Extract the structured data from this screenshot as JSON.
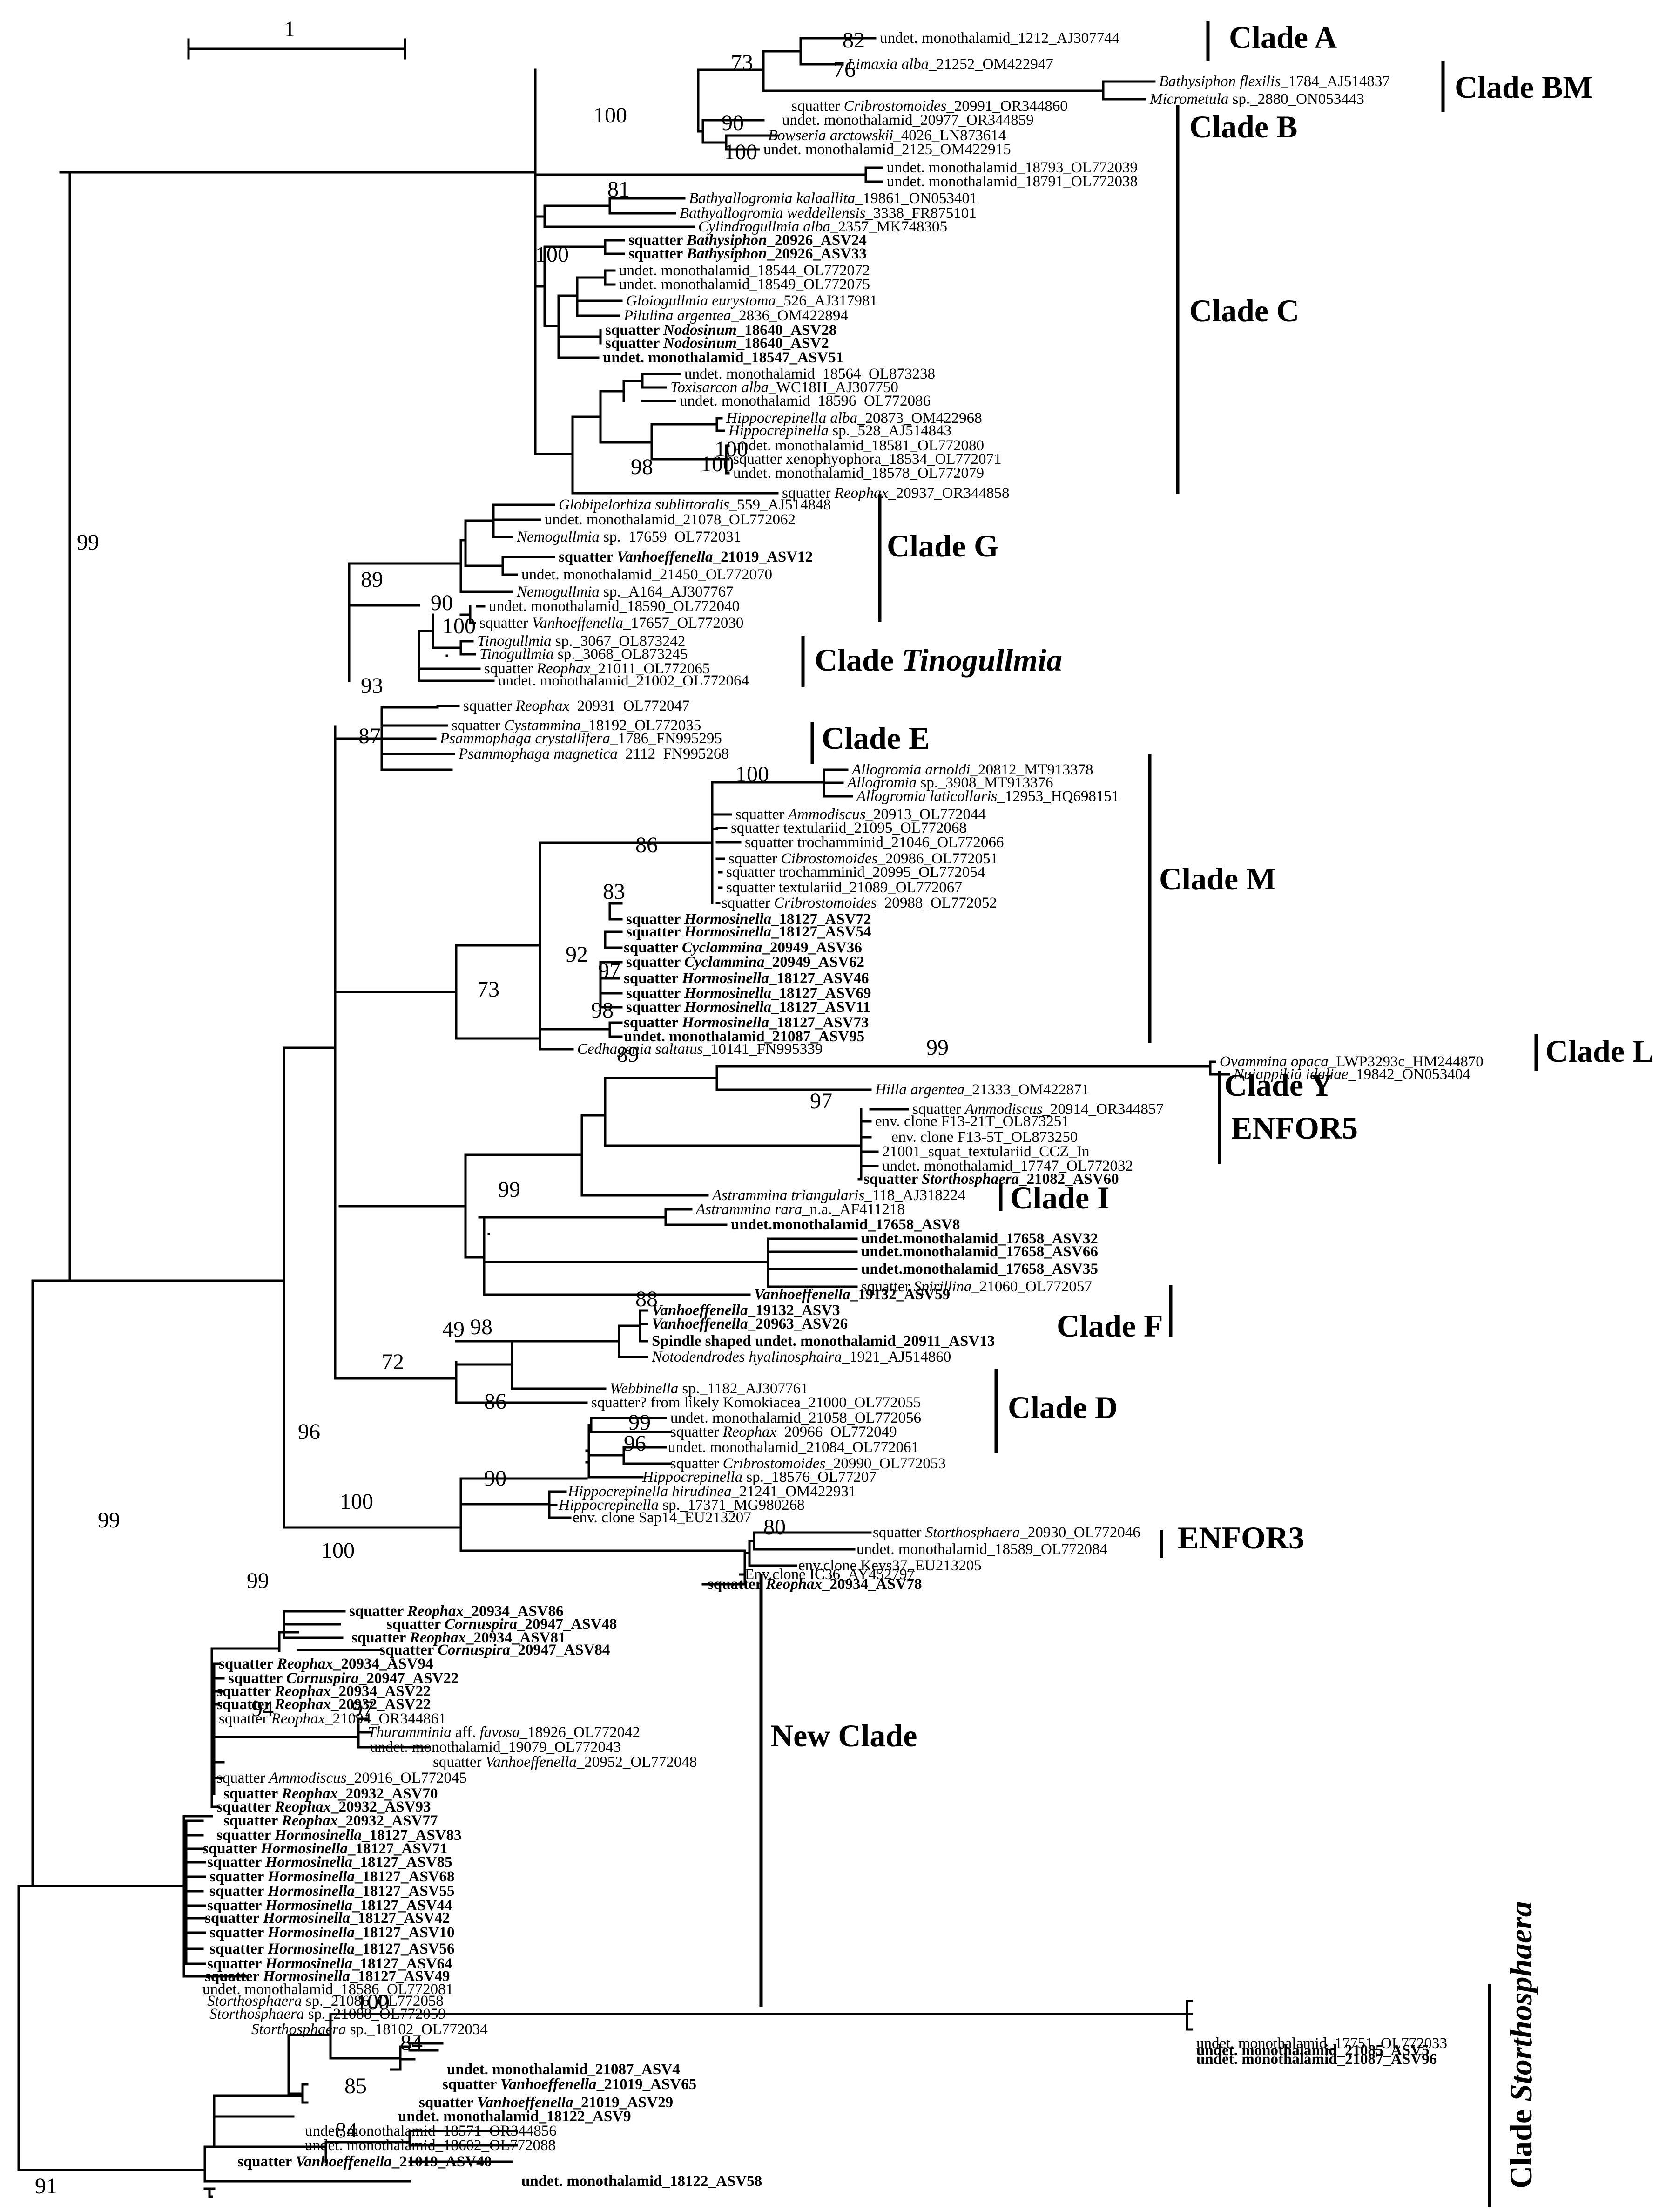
{
  "scale_bar": {
    "label": "1"
  },
  "clades": [
    {
      "id": "clade-a",
      "label": "Clade A"
    },
    {
      "id": "clade-bm",
      "label": "Clade BM"
    },
    {
      "id": "clade-b",
      "label": "Clade B"
    },
    {
      "id": "clade-c",
      "label": "Clade C"
    },
    {
      "id": "clade-g",
      "label": "Clade G"
    },
    {
      "id": "clade-tinogullmia",
      "label": "Clade ",
      "label_italic": "Tinogullmia"
    },
    {
      "id": "clade-e",
      "label": "Clade E"
    },
    {
      "id": "clade-m",
      "label": "Clade M"
    },
    {
      "id": "clade-l",
      "label": "Clade L"
    },
    {
      "id": "clade-y",
      "label": "Clade Y"
    },
    {
      "id": "enfor5",
      "label": "ENFOR5"
    },
    {
      "id": "clade-i",
      "label": "Clade I"
    },
    {
      "id": "clade-f",
      "label": "Clade F"
    },
    {
      "id": "clade-d",
      "label": "Clade D"
    },
    {
      "id": "enfor3",
      "label": "ENFOR3"
    },
    {
      "id": "new-clade",
      "label": "New Clade"
    },
    {
      "id": "clade-storthosphaera",
      "label": "Clade ",
      "label_italic": "Storthosphaera"
    }
  ],
  "bootstrap_values": [
    "82",
    "76",
    "73",
    "90",
    "100",
    "100",
    "81",
    "100",
    "100",
    "98",
    "100",
    "99",
    "89",
    "90",
    "100",
    "93",
    "87",
    "100",
    "86",
    "83",
    "92",
    "97",
    "98",
    "73",
    "99",
    "97",
    "89",
    "99",
    "88",
    "98",
    "49",
    "72",
    "86",
    "99",
    "96",
    "96",
    "90",
    "80",
    "99",
    "100",
    "100",
    "99",
    "94",
    "97",
    "100",
    "84",
    "85",
    "84",
    "91"
  ],
  "taxa": [
    {
      "pre": "undet. monothalamid_1212_AJ307744",
      "bold": false
    },
    {
      "pre": "",
      "it": "Limaxia alba",
      "post": "_21252_OM422947",
      "bold": false
    },
    {
      "pre": "",
      "it": "Bathysiphon flexilis",
      "post": "_1784_AJ514837",
      "bold": false
    },
    {
      "pre": "",
      "it": "Micrometula",
      "post": " sp._2880_ON053443",
      "bold": false
    },
    {
      "pre": "squatter ",
      "it": "Cribrostomoides",
      "post": "_20991_OR344860",
      "bold": false
    },
    {
      "pre": "undet. monothalamid_20977_OR344859",
      "bold": false
    },
    {
      "pre": "",
      "it": "Bowseria arctowskii",
      "post": "_4026_LN873614",
      "bold": false
    },
    {
      "pre": "undet. monothalamid_2125_OM422915",
      "bold": false
    },
    {
      "pre": "undet. monothalamid_18793_OL772039",
      "bold": false
    },
    {
      "pre": "undet. monothalamid_18791_OL772038",
      "bold": false
    },
    {
      "pre": "",
      "it": "Bathyallogromia kalaallita",
      "post": "_19861_ON053401",
      "bold": false
    },
    {
      "pre": "",
      "it": "Bathyallogromia weddellensis",
      "post": "_3338_FR875101",
      "bold": false
    },
    {
      "pre": "",
      "it": "Cylindrogullmia alba",
      "post": "_2357_MK748305",
      "bold": false
    },
    {
      "pre": "squatter ",
      "it": "Bathysiphon",
      "post": "_20926_ASV24",
      "bold": true
    },
    {
      "pre": "squatter ",
      "it": "Bathysiphon",
      "post": "_20926_ASV33",
      "bold": true
    },
    {
      "pre": "undet. monothalamid_18544_OL772072",
      "bold": false
    },
    {
      "pre": "undet. monothalamid_18549_OL772075",
      "bold": false
    },
    {
      "pre": "",
      "it": "Gloiogullmia eurystoma",
      "post": "_526_AJ317981",
      "bold": false
    },
    {
      "pre": "",
      "it": "Pilulina argentea",
      "post": "_2836_OM422894",
      "bold": false
    },
    {
      "pre": "squatter ",
      "it": "Nodosinum",
      "post": "_18640_ASV28",
      "bold": true
    },
    {
      "pre": "squatter ",
      "it": "Nodosinum",
      "post": "_18640_ASV2",
      "bold": true
    },
    {
      "pre": "undet. monothalamid_18547_ASV51",
      "bold": true
    },
    {
      "pre": "undet. monothalamid_18564_OL873238",
      "bold": false
    },
    {
      "pre": "",
      "it": "Toxisarcon alba",
      "post": "_WC18H_AJ307750",
      "bold": false
    },
    {
      "pre": "undet. monothalamid_18596_OL772086",
      "bold": false
    },
    {
      "pre": "",
      "it": "Hippocrepinella alba",
      "post": "_20873_OM422968",
      "bold": false
    },
    {
      "pre": "",
      "it": "Hippocrepinella",
      "post": " sp._528_AJ514843",
      "bold": false
    },
    {
      "pre": "undet. monothalamid_18581_OL772080",
      "bold": false
    },
    {
      "pre": "squatter xenophyophora_18534_OL772071",
      "bold": false
    },
    {
      "pre": "undet. monothalamid_18578_OL772079",
      "bold": false
    },
    {
      "pre": "squatter ",
      "it": "Reophax",
      "post": "_20937_OR344858",
      "bold": false
    },
    {
      "pre": "",
      "it": "Globipelorhiza sublittoralis",
      "post": "_559_AJ514848",
      "bold": false
    },
    {
      "pre": "undet. monothalamid_21078_OL772062",
      "bold": false
    },
    {
      "pre": "",
      "it": "Nemogullmia",
      "post": " sp._17659_OL772031",
      "bold": false
    },
    {
      "pre": "squatter ",
      "it": "Vanhoeffenella",
      "post": "_21019_ASV12",
      "bold": true
    },
    {
      "pre": "undet. monothalamid_21450_OL772070",
      "bold": false
    },
    {
      "pre": "",
      "it": "Nemogullmia",
      "post": " sp._A164_AJ307767",
      "bold": false
    },
    {
      "pre": "undet. monothalamid_18590_OL772040",
      "bold": false
    },
    {
      "pre": "squatter ",
      "it": "Vanhoeffenella",
      "post": "_17657_OL772030",
      "bold": false
    },
    {
      "pre": "",
      "it": "Tinogullmia",
      "post": " sp._3067_OL873242",
      "bold": false
    },
    {
      "pre": "",
      "it": "Tinogullmia",
      "post": " sp._3068_OL873245",
      "bold": false
    },
    {
      "pre": "squatter ",
      "it": "Reophax",
      "post": "_21011_OL772065",
      "bold": false
    },
    {
      "pre": "undet. monothalamid_21002_OL772064",
      "bold": false
    },
    {
      "pre": "squatter ",
      "it": "Reophax",
      "post": "_20931_OL772047",
      "bold": false
    },
    {
      "pre": "squatter ",
      "it": "Cystammina",
      "post": "_18192_OL772035",
      "bold": false
    },
    {
      "pre": "",
      "it": "Psammophaga crystallifera",
      "post": "_1786_FN995295",
      "bold": false
    },
    {
      "pre": "",
      "it": "Psammophaga magnetica",
      "post": "_2112_FN995268",
      "bold": false
    },
    {
      "pre": "",
      "it": "Allogromia arnoldi",
      "post": "_20812_MT913378",
      "bold": false
    },
    {
      "pre": "",
      "it": "Allogromia",
      "post": " sp._3908_MT913376",
      "bold": false
    },
    {
      "pre": "",
      "it": "Allogromia laticollaris",
      "post": "_12953_HQ698151",
      "bold": false
    },
    {
      "pre": "squatter ",
      "it": "Ammodiscus",
      "post": "_20913_OL772044",
      "bold": false
    },
    {
      "pre": "squatter textulariid_21095_OL772068",
      "bold": false
    },
    {
      "pre": "squatter trochamminid_21046_OL772066",
      "bold": false
    },
    {
      "pre": "squatter ",
      "it": "Cibrostomoides",
      "post": "_20986_OL772051",
      "bold": false
    },
    {
      "pre": "squatter trochamminid_20995_OL772054",
      "bold": false
    },
    {
      "pre": "squatter textulariid_21089_OL772067",
      "bold": false
    },
    {
      "pre": "squatter ",
      "it": "Cribrostomoides",
      "post": "_20988_OL772052",
      "bold": false
    },
    {
      "pre": "squatter ",
      "it": "Hormosinella",
      "post": "_18127_ASV72",
      "bold": true
    },
    {
      "pre": "squatter ",
      "it": "Hormosinella",
      "post": "_18127_ASV54",
      "bold": true
    },
    {
      "pre": "squatter ",
      "it": "Cyclammina",
      "post": "_20949_ASV36",
      "bold": true
    },
    {
      "pre": "squatter ",
      "it": "Cyclammina",
      "post": "_20949_ASV62",
      "bold": true
    },
    {
      "pre": "squatter ",
      "it": "Hormosinella",
      "post": "_18127_ASV46",
      "bold": true
    },
    {
      "pre": "squatter ",
      "it": "Hormosinella",
      "post": "_18127_ASV69",
      "bold": true
    },
    {
      "pre": "squatter ",
      "it": "Hormosinella",
      "post": "_18127_ASV11",
      "bold": true
    },
    {
      "pre": "squatter ",
      "it": "Hormosinella",
      "post": "_18127_ASV73",
      "bold": true
    },
    {
      "pre": "undet. monothalamid_21087_ASV95",
      "bold": true
    },
    {
      "pre": "",
      "it": "Cedhagenia saltatus",
      "post": "_10141_FN995339",
      "bold": false
    },
    {
      "pre": "",
      "it": "Ovammina opaca",
      "post": "_LWP3293c_HM244870",
      "bold": false
    },
    {
      "pre": "",
      "it": "Nujappikia idaliae",
      "post": "_19842_ON053404",
      "bold": false
    },
    {
      "pre": "",
      "it": "Hilla argentea",
      "post": "_21333_OM422871",
      "bold": false
    },
    {
      "pre": "squatter ",
      "it": "Ammodiscus",
      "post": "_20914_OR344857",
      "bold": false
    },
    {
      "pre": "env. clone F13-21T_OL873251",
      "bold": false
    },
    {
      "pre": "env. clone F13-5T_OL873250",
      "bold": false
    },
    {
      "pre": "21001_squat_textulariid_CCZ_In",
      "bold": false
    },
    {
      "pre": "undet. monothalamid_17747_OL772032",
      "bold": false
    },
    {
      "pre": "squatter ",
      "it": "Storthosphaera",
      "post": "_21082_ASV60",
      "bold": true
    },
    {
      "pre": "",
      "it": "Astrammina triangularis",
      "post": "_118_AJ318224",
      "bold": false
    },
    {
      "pre": "",
      "it": "Astrammina rara",
      "post": "_n.a._AF411218",
      "bold": false
    },
    {
      "pre": "undet.monothalamid_17658_ASV8",
      "bold": true
    },
    {
      "pre": "undet.monothalamid_17658_ASV32",
      "bold": true
    },
    {
      "pre": "undet.monothalamid_17658_ASV66",
      "bold": true
    },
    {
      "pre": "undet.monothalamid_17658_ASV35",
      "bold": true
    },
    {
      "pre": "squatter ",
      "it": "Spirillina",
      "post": "_21060_OL772057",
      "bold": false
    },
    {
      "pre": "",
      "it": "Vanhoeffenella",
      "post": "_19132_ASV59",
      "bold": true
    },
    {
      "pre": "",
      "it": "Vanhoeffenella",
      "post": "_19132_ASV3",
      "bold": true
    },
    {
      "pre": "",
      "it": "Vanhoeffenella",
      "post": "_20963_ASV26",
      "bold": true
    },
    {
      "pre": "Spindle shaped undet. monothalamid_20911_ASV13",
      "bold": true
    },
    {
      "pre": "",
      "it": "Notodendrodes hyalinosphaira",
      "post": "_1921_AJ514860",
      "bold": false
    },
    {
      "pre": "",
      "it": "Webbinella",
      "post": " sp._1182_AJ307761",
      "bold": false
    },
    {
      "pre": "squatter? from likely Komokiacea_21000_OL772055",
      "bold": false
    },
    {
      "pre": "undet. monothalamid_21058_OL772056",
      "bold": false
    },
    {
      "pre": "squatter ",
      "it": "Reophax",
      "post": "_20966_OL772049",
      "bold": false
    },
    {
      "pre": "undet. monothalamid_21084_OL772061",
      "bold": false
    },
    {
      "pre": "squatter ",
      "it": "Cribrostomoides",
      "post": "_20990_OL772053",
      "bold": false
    },
    {
      "pre": "",
      "it": "Hippocrepinella",
      "post": " sp._18576_OL77207",
      "bold": false
    },
    {
      "pre": "",
      "it": "Hippocrepinella hirudinea",
      "post": "_21241_OM422931",
      "bold": false
    },
    {
      "pre": "",
      "it": "Hippocrepinella",
      "post": " sp._17371_MG980268",
      "bold": false
    },
    {
      "pre": "env. clone Sap14_EU213207",
      "bold": false
    },
    {
      "pre": "squatter ",
      "it": "Storthosphaera",
      "post": "_20930_OL772046",
      "bold": false
    },
    {
      "pre": "undet. monothalamid_18589_OL772084",
      "bold": false
    },
    {
      "pre": "env.clone Keys37_EU213205",
      "bold": false
    },
    {
      "pre": "Env.clone IC36_AY452797",
      "bold": false
    },
    {
      "pre": "squatter ",
      "it": "Reophax",
      "post": "_20934_ASV78",
      "bold": true
    },
    {
      "pre": "squatter ",
      "it": "Reophax",
      "post": "_20934_ASV86",
      "bold": true
    },
    {
      "pre": "squatter ",
      "it": "Cornuspira",
      "post": "_20947_ASV48",
      "bold": true
    },
    {
      "pre": "squatter ",
      "it": "Reophax",
      "post": "_20934_ASV81",
      "bold": true
    },
    {
      "pre": "squatter ",
      "it": "Cornuspira",
      "post": "_20947_ASV84",
      "bold": true
    },
    {
      "pre": "squatter ",
      "it": "Reophax",
      "post": "_20934_ASV94",
      "bold": true
    },
    {
      "pre": "squatter ",
      "it": "Cornuspira",
      "post": "_20947_ASV22",
      "bold": true
    },
    {
      "pre": "squatter ",
      "it": "Reophax",
      "post": "_20934_ASV22",
      "bold": true
    },
    {
      "pre": "squatter ",
      "it": "Reophax",
      "post": "_20932_ASV22",
      "bold": true
    },
    {
      "pre": "squatter ",
      "it": "Reophax",
      "post": "_21094_OR344861",
      "bold": false
    },
    {
      "pre": "",
      "it": "Thuramminia",
      "post": " aff. ",
      "it2": "favosa",
      "post2": "_18926_OL772042",
      "bold": false
    },
    {
      "pre": "undet. monothalamid_19079_OL772043",
      "bold": false
    },
    {
      "pre": "squatter ",
      "it": "Vanhoeffenella",
      "post": "_20952_OL772048",
      "bold": false
    },
    {
      "pre": "squatter ",
      "it": "Ammodiscus",
      "post": "_20916_OL772045",
      "bold": false
    },
    {
      "pre": "squatter ",
      "it": "Reophax",
      "post": "_20932_ASV70",
      "bold": true
    },
    {
      "pre": "squatter ",
      "it": "Reophax",
      "post": "_20932_ASV93",
      "bold": true
    },
    {
      "pre": "squatter ",
      "it": "Reophax",
      "post": "_20932_ASV77",
      "bold": true
    },
    {
      "pre": "squatter ",
      "it": "Hormosinella",
      "post": "_18127_ASV83",
      "bold": true
    },
    {
      "pre": "squatter ",
      "it": "Hormosinella",
      "post": "_18127_ASV71",
      "bold": true
    },
    {
      "pre": "squatter ",
      "it": "Hormosinella",
      "post": "_18127_ASV85",
      "bold": true
    },
    {
      "pre": "squatter ",
      "it": "Hormosinella",
      "post": "_18127_ASV68",
      "bold": true
    },
    {
      "pre": "squatter ",
      "it": "Hormosinella",
      "post": "_18127_ASV55",
      "bold": true
    },
    {
      "pre": "squatter ",
      "it": "Hormosinella",
      "post": "_18127_ASV44",
      "bold": true
    },
    {
      "pre": "squatter ",
      "it": "Hormosinella",
      "post": "_18127_ASV42",
      "bold": true
    },
    {
      "pre": "squatter ",
      "it": "Hormosinella",
      "post": "_18127_ASV10",
      "bold": true
    },
    {
      "pre": "squatter ",
      "it": "Hormosinella",
      "post": "_18127_ASV56",
      "bold": true
    },
    {
      "pre": "squatter ",
      "it": "Hormosinella",
      "post": "_18127_ASV64",
      "bold": true
    },
    {
      "pre": "squatter ",
      "it": "Hormosinella",
      "post": "_18127_ASV49",
      "bold": true
    },
    {
      "pre": "undet. monothalamid_18586_OL772081",
      "bold": false
    },
    {
      "pre": "",
      "it": "Storthosphaera",
      "post": " sp._21086_OL772058",
      "bold": false
    },
    {
      "pre": "",
      "it": "Storthosphaera",
      "post": " sp._21088_OL772059",
      "bold": false
    },
    {
      "pre": "",
      "it": "Storthosphaera",
      "post": " sp._18102_OL772034",
      "bold": false
    },
    {
      "pre": "undet. monothalamid_17751_OL772033",
      "bold": false
    },
    {
      "pre": "undet. monothalamid_21085_ASV5",
      "bold": true
    },
    {
      "pre": "undet. monothalamid_21087_ASV96",
      "bold": true
    },
    {
      "pre": "undet. monothalamid_21087_ASV4",
      "bold": true
    },
    {
      "pre": "squatter ",
      "it": "Vanhoeffenella",
      "post": "_21019_ASV65",
      "bold": true
    },
    {
      "pre": "squatter ",
      "it": "Vanhoeffenella",
      "post": "_21019_ASV29",
      "bold": true
    },
    {
      "pre": "undet. monothalamid_18122_ASV9",
      "bold": true
    },
    {
      "pre": "undet. monothalamid_18571_OR344856",
      "bold": false
    },
    {
      "pre": "undet. monothalamid_18602_OL772088",
      "bold": false
    },
    {
      "pre": "squatter ",
      "it": "Vanhoeffenella",
      "post": "_21019_ASV40",
      "bold": true
    },
    {
      "pre": "undet. monothalamid_18122_ASV58",
      "bold": true
    }
  ]
}
